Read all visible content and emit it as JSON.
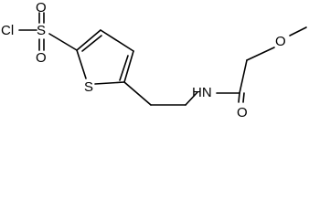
{
  "molecule": {
    "atoms": {
      "cl": "Cl",
      "s_sulfonyl": "S",
      "o_sulfonyl_top": "O",
      "o_sulfonyl_bottom": "O",
      "s_thiophene": "S",
      "nh": "HN",
      "o_carbonyl": "O",
      "o_ether": "O"
    },
    "colors": {
      "bond": "#000000",
      "label": "#000000",
      "background": "#ffffff"
    }
  }
}
